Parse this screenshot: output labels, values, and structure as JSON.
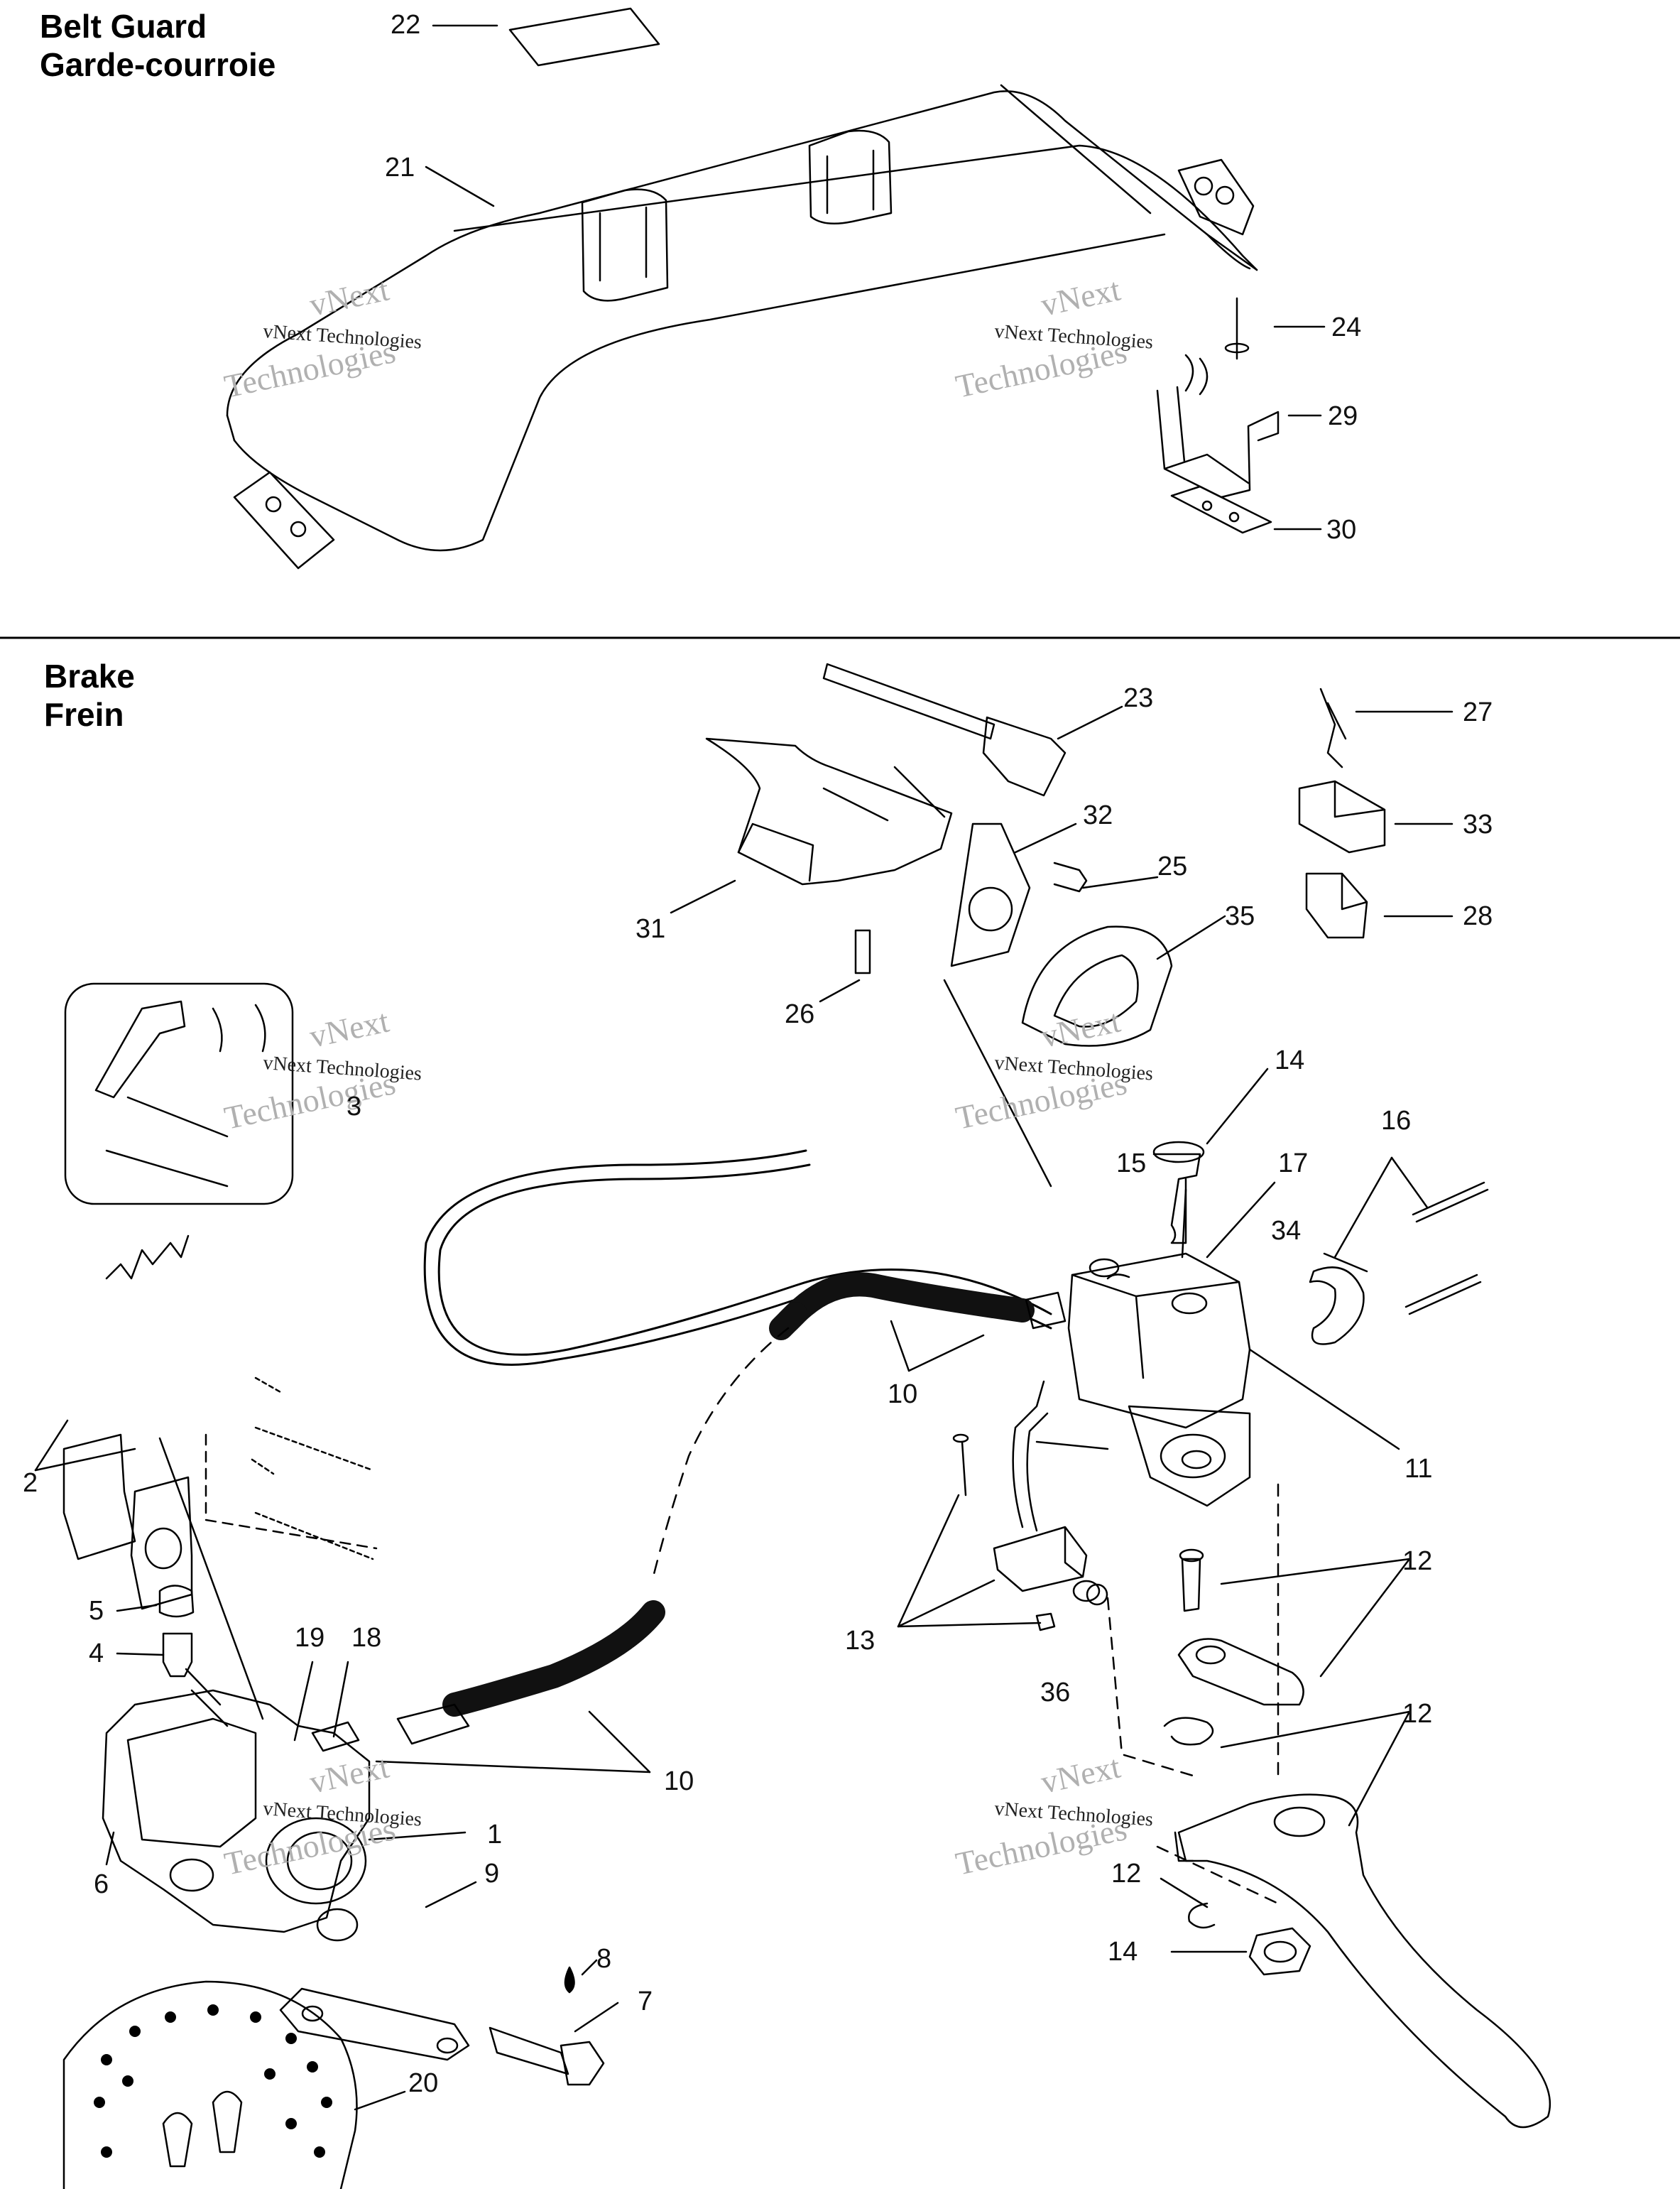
{
  "sections": [
    {
      "title_en": "Belt Guard",
      "title_fr": "Garde-courroie"
    },
    {
      "title_en": "Brake",
      "title_fr": "Frein"
    }
  ],
  "watermark": {
    "line1": "vNext",
    "line2": "Technologies",
    "overlay": "vNext Technologies"
  },
  "callouts": {
    "belt_guard": [
      "22",
      "21",
      "24",
      "29",
      "30"
    ],
    "brake": [
      "23",
      "27",
      "32",
      "33",
      "31",
      "25",
      "35",
      "28",
      "26",
      "3",
      "14",
      "15",
      "17",
      "16",
      "34",
      "10",
      "11",
      "2",
      "12",
      "13",
      "5",
      "4",
      "19",
      "18",
      "36",
      "10",
      "1",
      "6",
      "9",
      "8",
      "7",
      "20",
      "12",
      "12",
      "14"
    ]
  },
  "colors": {
    "line": "#000000",
    "background": "#ffffff",
    "watermark": "#b0b0b0"
  }
}
